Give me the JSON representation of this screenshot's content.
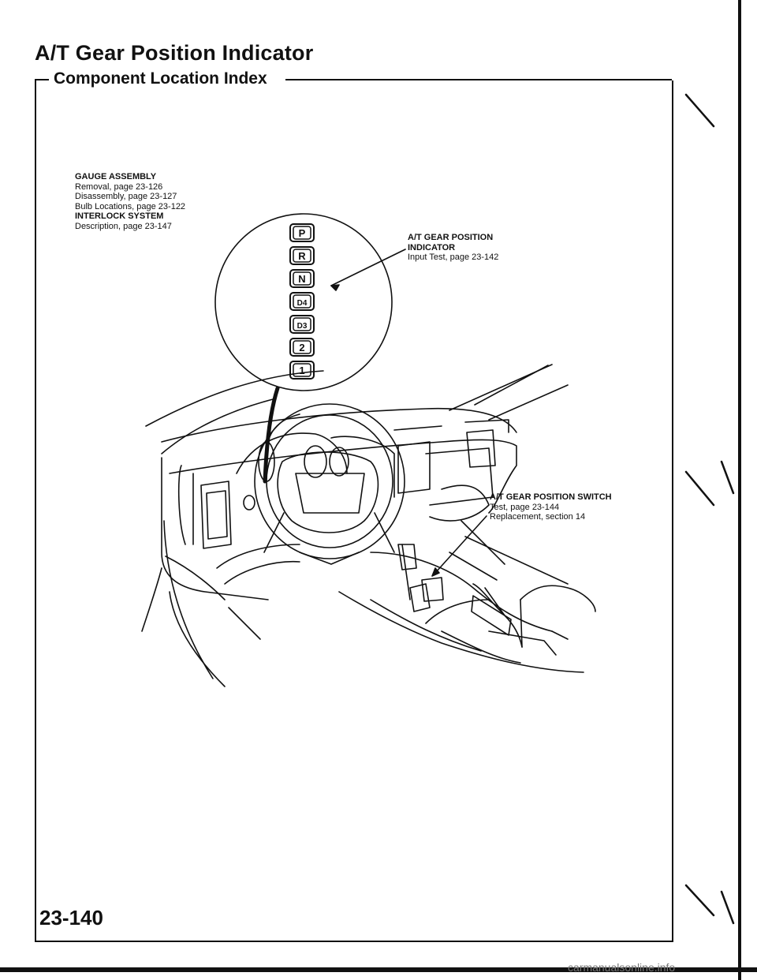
{
  "page": {
    "title": "A/T Gear Position Indicator",
    "subtitle": "Component Location Index",
    "page_number": "23-140",
    "footer_site": "carmanualsonline.info"
  },
  "callouts": {
    "gauge": {
      "heading1": "GAUGE ASSEMBLY",
      "line1": "Removal, page 23-126",
      "line2": "Disassembly, page 23-127",
      "line3": "Bulb Locations, page 23-122",
      "heading2": "INTERLOCK SYSTEM",
      "line4": "Description, page 23-147"
    },
    "indicator": {
      "heading1": "A/T GEAR POSITION",
      "heading2": "INDICATOR",
      "line1": "Input Test, page 23-142"
    },
    "switch": {
      "heading": "A/T GEAR POSITION SWITCH",
      "line1": "Test, page 23-144",
      "line2": "Replacement, section 14"
    }
  },
  "gear_indicator": {
    "positions": [
      "P",
      "R",
      "N",
      "D4",
      "D3",
      "2",
      "1"
    ]
  }
}
